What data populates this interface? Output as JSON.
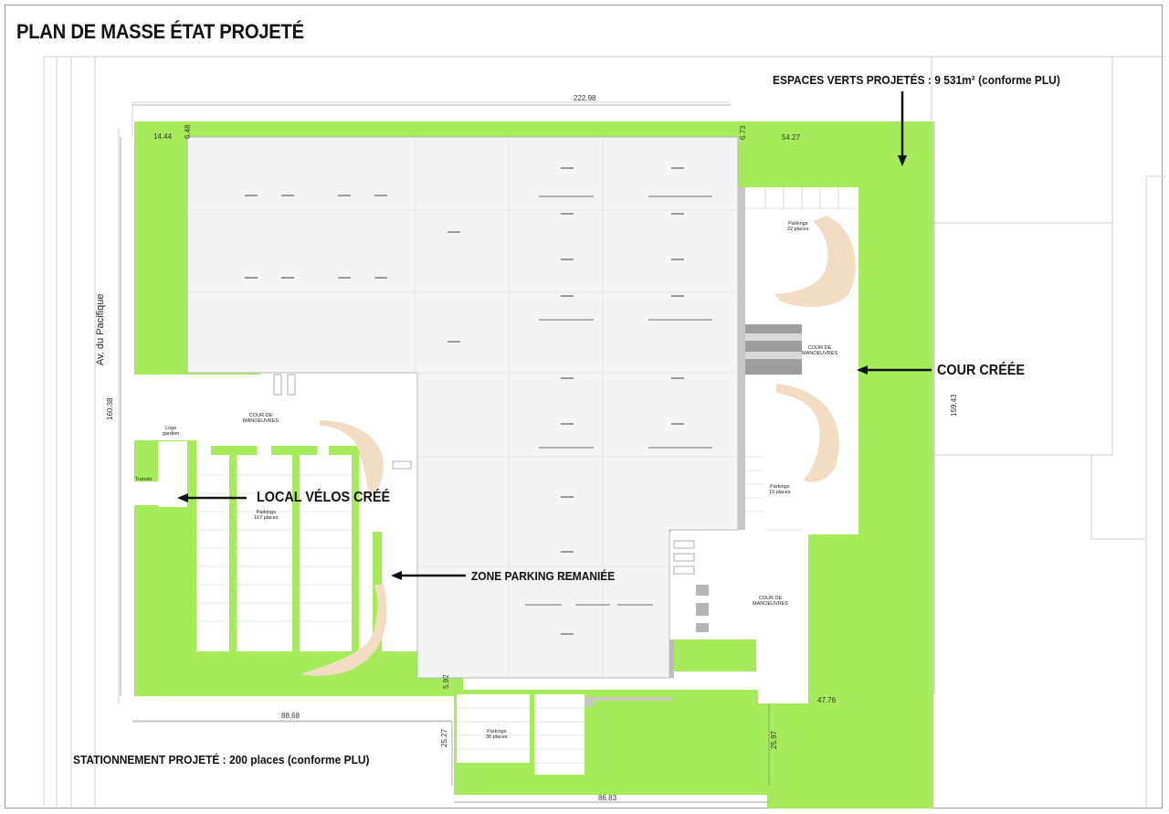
{
  "title": "PLAN DE MASSE ÉTAT PROJETÉ",
  "colors": {
    "green_space": "#a6ec5a",
    "building": "#f4f4f4",
    "manoeuvre_curve": "#f3dcc4",
    "outline": "#bdbdbd",
    "text": "#111111"
  },
  "callouts": {
    "green_spaces": "ESPACES VERTS PROJETÉS : 9 531m² (conforme PLU)",
    "courtyard": "COUR CRÉÉE",
    "bike_room": "LOCAL VÉLOS CRÉÉ",
    "parking_zone": "ZONE PARKING REMANIÉE",
    "parking_total": "STATIONNEMENT PROJETÉ : 200 places (conforme PLU)"
  },
  "street": "Av. du Pacifique",
  "dimensions": {
    "top_width": "222.98",
    "top_left_offset": "14.44",
    "top_left_depth": "6.48",
    "top_right_depth": "6.73",
    "top_right_width": "54.27",
    "left_height": "160.38",
    "right_height": "159.43",
    "bottom_left_width": "88.68",
    "bottom_left_gap": "5.92",
    "bottom_left_depth": "25.27",
    "bottom_right_width": "47.76",
    "bottom_right_depth": "25.97",
    "bottom_width": "86.83"
  },
  "labels": {
    "parking_22": [
      "Parkings",
      "22 places"
    ],
    "parking_10": [
      "Parkings",
      "10 places"
    ],
    "parking_167": [
      "Parkings",
      "167 places"
    ],
    "parking_30": [
      "Parkings",
      "30 places"
    ],
    "cour_manoeuvres_a": [
      "COUR DE",
      "MANOEUVRES"
    ],
    "cour_manoeuvres_b": [
      "COUR DE",
      "MANOEUVRES"
    ],
    "cour_manoeuvres_c": [
      "COUR DE",
      "MANOEUVRES"
    ],
    "loge_gardien": [
      "Loge",
      "gardien"
    ],
    "transfo": "Transfo"
  }
}
